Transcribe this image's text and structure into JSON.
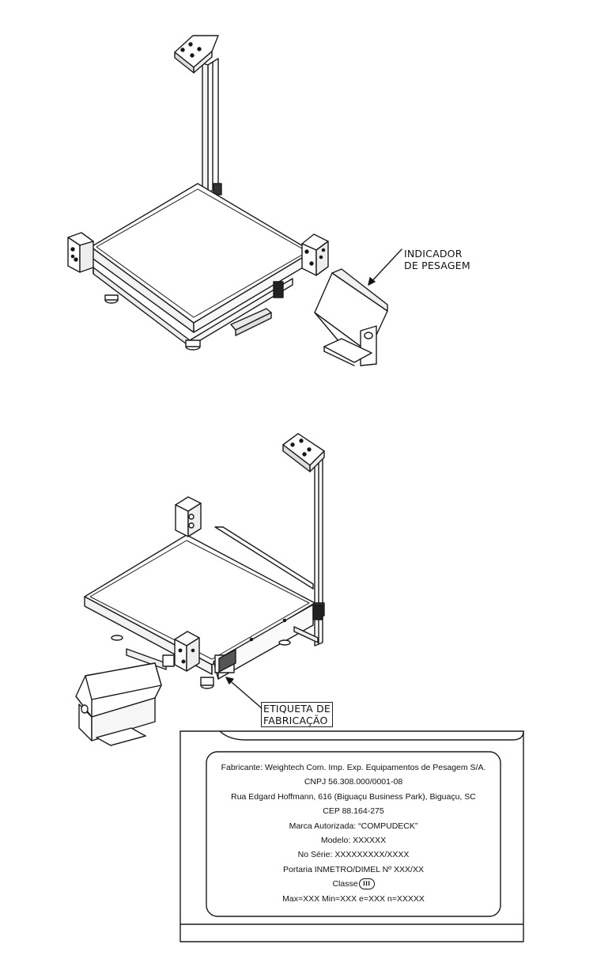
{
  "callouts": {
    "indicador": [
      "INDICADOR",
      "DE PESAGEM"
    ],
    "etiqueta": [
      "ETIQUETA DE",
      "FABRICAÇÃO"
    ]
  },
  "label_plate": {
    "lines": [
      "Fabricante: Weightech Com. Imp. Exp. Equipamentos de Pesagem S/A.",
      "CNPJ 56.308.000/0001-08",
      "Rua Edgard Hoffmann, 616 (Biguaçu Business Park), Biguaçu, SC",
      "CEP 88.164-275",
      "Marca Autorizada: “COMPUDECK”",
      "Modelo: XXXXXX",
      "No Série: XXXXXXXXX/XXXX",
      "Portaria INMETRO/DIMEL Nº XXX/XX"
    ],
    "classe_label": "Classe",
    "classe_symbol": "III",
    "capacity_line": "Max=XXX Min=XXX e=XXX n=XXXXX"
  }
}
